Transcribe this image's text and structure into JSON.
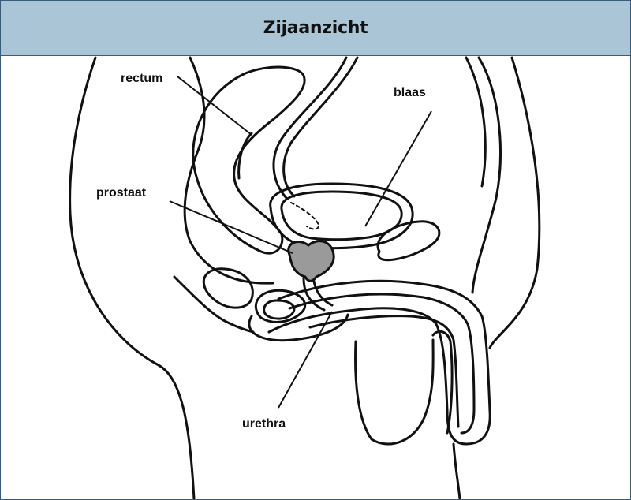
{
  "title": "Zijaanzicht",
  "labels": {
    "rectum": "rectum",
    "blaas": "blaas",
    "prostaat": "prostaat",
    "urethra": "urethra"
  },
  "colors": {
    "header_bg": "#a9c5d6",
    "border": "#3a5a7a",
    "prostate_fill": "#9a9a9a",
    "outline": "#111111"
  }
}
